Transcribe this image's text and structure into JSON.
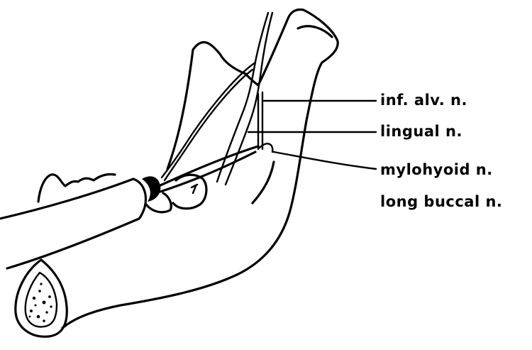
{
  "labels": {
    "inf_alv": "inf. alv. n.",
    "lingual": "lingual n.",
    "mylohyoid": "mylohyoid n.",
    "long_buccal": "long buccal n."
  }
}
